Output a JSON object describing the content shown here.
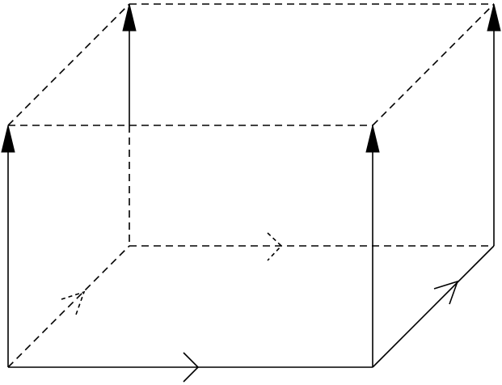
{
  "diagram": {
    "kind": "box-with-directed-edges",
    "colors": {
      "stroke": "#000000",
      "background": "#ffffff"
    },
    "edges": [
      {
        "id": "front-bottom",
        "style": "solid",
        "marker": "chevron"
      },
      {
        "id": "front-left-vertical",
        "style": "solid",
        "marker": "filled-arrow-end"
      },
      {
        "id": "front-right-vertical",
        "style": "solid",
        "marker": "filled-arrow-end"
      },
      {
        "id": "front-top",
        "style": "dashed",
        "marker": "none"
      },
      {
        "id": "right-bottom-diagonal",
        "style": "solid",
        "marker": "chevron"
      },
      {
        "id": "back-right-vertical",
        "style": "solid",
        "marker": "filled-arrow-end"
      },
      {
        "id": "back-top",
        "style": "dashed",
        "marker": "none"
      },
      {
        "id": "top-left-diagonal",
        "style": "dashed",
        "marker": "none"
      },
      {
        "id": "top-right-diagonal",
        "style": "dashed",
        "marker": "none"
      },
      {
        "id": "back-left-vertical",
        "style": "solid",
        "marker": "filled-arrow-end"
      },
      {
        "id": "back-left-vertical-hidden",
        "style": "dashed",
        "marker": "none"
      },
      {
        "id": "back-bottom",
        "style": "dashed",
        "marker": "chevron"
      },
      {
        "id": "left-bottom-diagonal",
        "style": "dashed",
        "marker": "chevron"
      }
    ]
  }
}
